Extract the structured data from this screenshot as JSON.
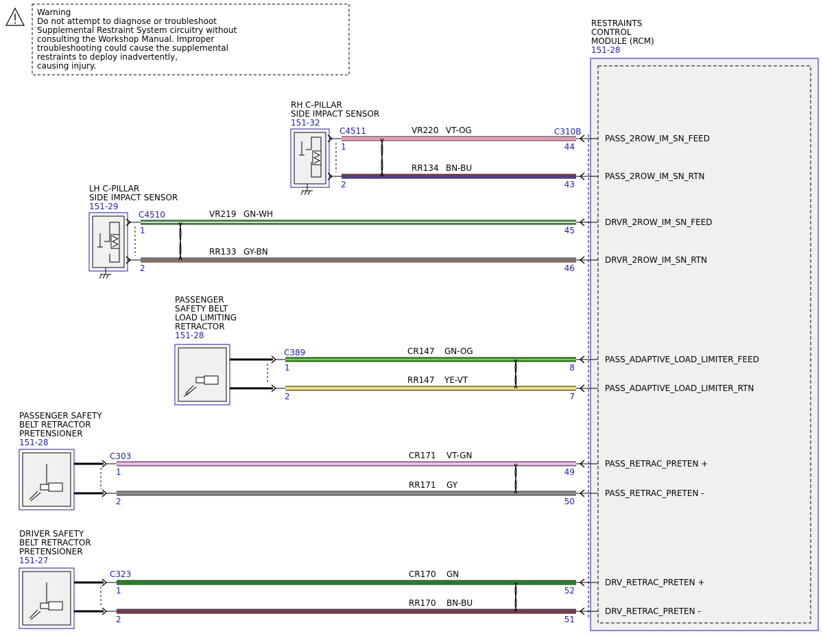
{
  "warning": {
    "lines": [
      "Warning",
      "Do not attempt to diagnose or troubleshoot",
      "Supplemental Restraint System circuitry without",
      "consulting the Workshop Manual. Improper",
      "troubleshooting could cause the supplemental",
      "restraints to deploy inadvertently,",
      "causing injury."
    ]
  },
  "module": {
    "name_lines": [
      "RESTRAINTS",
      "CONTROL",
      "MODULE (RCM)"
    ],
    "ref": "151-28",
    "connector": "C310B"
  },
  "components": [
    {
      "id": "rh",
      "name_lines": [
        "RH C-PILLAR",
        "SIDE IMPACT SENSOR"
      ],
      "ref": "151-32",
      "connector": "C4511",
      "type": "sensor"
    },
    {
      "id": "lh",
      "name_lines": [
        "LH C-PILLAR",
        "SIDE IMPACT SENSOR"
      ],
      "ref": "151-29",
      "connector": "C4510",
      "type": "sensor"
    },
    {
      "id": "pll",
      "name_lines": [
        "PASSENGER",
        "SAFETY BELT",
        "LOAD LIMITING",
        "RETRACTOR"
      ],
      "ref": "151-28",
      "connector": "C389",
      "type": "retractor"
    },
    {
      "id": "pret",
      "name_lines": [
        "PASSENGER SAFETY",
        "BELT RETRACTOR",
        "PRETENSIONER"
      ],
      "ref": "151-28",
      "connector": "C303",
      "type": "retractor"
    },
    {
      "id": "dret",
      "name_lines": [
        "DRIVER SAFETY",
        "BELT RETRACTOR",
        "PRETENSIONER"
      ],
      "ref": "151-27",
      "connector": "C323",
      "type": "retractor"
    }
  ],
  "wires": [
    {
      "comp": "rh",
      "circuit": "VR220",
      "color": "VT-OG",
      "pin_in": "1",
      "pin_out": "44",
      "signal": "PASS_2ROW_IM_SN_FEED",
      "c1": "#f4a6c4",
      "c2": "#f08ca8"
    },
    {
      "comp": "rh",
      "circuit": "RR134",
      "color": "BN-BU",
      "pin_in": "2",
      "pin_out": "43",
      "signal": "PASS_2ROW_IM_SN_RTN",
      "c1": "#8b3a3a",
      "c2": "#3a3ac8"
    },
    {
      "comp": "lh",
      "circuit": "VR219",
      "color": "GN-WH",
      "pin_in": "1",
      "pin_out": "45",
      "signal": "DRVR_2ROW_IM_SN_FEED",
      "c1": "#2a9a2a",
      "c2": "#ffffff"
    },
    {
      "comp": "lh",
      "circuit": "RR133",
      "color": "GY-BN",
      "pin_in": "2",
      "pin_out": "46",
      "signal": "DRVR_2ROW_IM_SN_RTN",
      "c1": "#8a8a8a",
      "c2": "#a0523a"
    },
    {
      "comp": "pll",
      "circuit": "CR147",
      "color": "GN-OG",
      "pin_in": "1",
      "pin_out": "8",
      "signal": "PASS_ADAPTIVE_LOAD_LIMITER_FEED",
      "c1": "#2a9a2a",
      "c2": "#e8c030"
    },
    {
      "comp": "pll",
      "circuit": "RR147",
      "color": "YE-VT",
      "pin_in": "2",
      "pin_out": "7",
      "signal": "PASS_ADAPTIVE_LOAD_LIMITER_RTN",
      "c1": "#f0d040",
      "c2": "#f8f0a0"
    },
    {
      "comp": "pret",
      "circuit": "CR171",
      "color": "VT-GN",
      "pin_in": "1",
      "pin_out": "49",
      "signal": "PASS_RETRAC_PRETEN +",
      "c1": "#d8a8d8",
      "c2": "#f0d8f0"
    },
    {
      "comp": "pret",
      "circuit": "RR171",
      "color": "GY",
      "pin_in": "2",
      "pin_out": "50",
      "signal": "PASS_RETRAC_PRETEN -",
      "c1": "#8a8a8a",
      "c2": "#8a8a8a"
    },
    {
      "comp": "dret",
      "circuit": "CR170",
      "color": "GN",
      "pin_in": "1",
      "pin_out": "52",
      "signal": "DRV_RETRAC_PRETEN +",
      "c1": "#1a8a1a",
      "c2": "#1a8a1a"
    },
    {
      "comp": "dret",
      "circuit": "RR170",
      "color": "BN-BU",
      "pin_in": "2",
      "pin_out": "51",
      "signal": "DRV_RETRAC_PRETEN -",
      "c1": "#8b3a3a",
      "c2": "#3a3ac8"
    }
  ]
}
